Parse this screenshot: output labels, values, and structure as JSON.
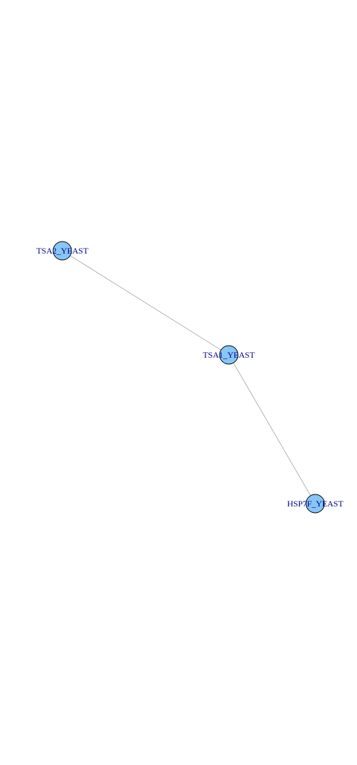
{
  "graph": {
    "node_color": "#87c6f5",
    "node_stroke": "#000000",
    "label_color": "#00008b",
    "edge_color": "#b3b3b3",
    "nodes": [
      {
        "id": "tsa2",
        "label": "TSA2_YEAST"
      },
      {
        "id": "tsa1",
        "label": "TSA1_YEAST"
      },
      {
        "id": "hsp7f",
        "label": "HSP7F_YEAST"
      }
    ],
    "edges": [
      {
        "source": "tsa2",
        "target": "tsa1"
      },
      {
        "source": "tsa1",
        "target": "hsp7f"
      }
    ]
  }
}
